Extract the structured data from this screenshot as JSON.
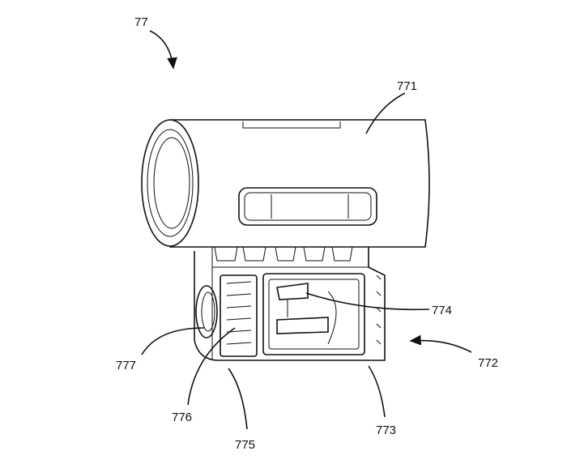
{
  "figure": {
    "labels": {
      "assembly": "77",
      "tube": "771",
      "clip_body": "772",
      "clip_frame": "773",
      "inner_tab": "774",
      "side_block": "775",
      "ridges": "776",
      "side_hole": "777"
    }
  }
}
